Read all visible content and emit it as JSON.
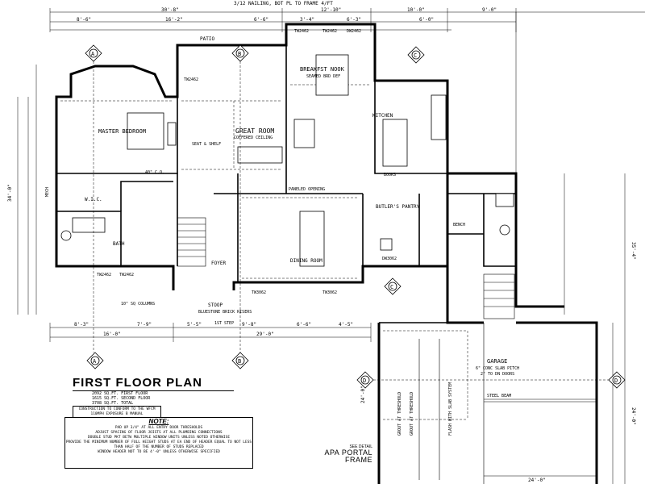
{
  "header_note": "3/12 NAILING, BOT PL TO FRAME 4/FT",
  "grid_markers": [
    "A",
    "B",
    "C",
    "D"
  ],
  "top_dims": {
    "outer_left": "30'-8\"",
    "outer_mid": "12'-10\"",
    "outer_right": "10'-0\"",
    "outer_far": "9'-0\"",
    "row2": [
      "8'-6\"",
      "16'-2\"",
      "6'-6\"",
      "3'-4\"",
      "6'-3\"",
      "6'-0\""
    ]
  },
  "bottom_dims": {
    "row1": [
      "8'-3\"",
      "7'-9\"",
      "5'-5\"",
      "9'-8\"",
      "6'-6\"",
      "4'-5\""
    ],
    "row2": [
      "16'-0\"",
      "29'-0\""
    ]
  },
  "side_dims": {
    "left_total": "34'-0\"",
    "right_a": "35'-4\"",
    "right_b": "24'-0\"",
    "garage_depth": "24'-0\"",
    "garage_width": "24'-0\""
  },
  "rooms": {
    "patio": "PATIO",
    "breakfast": "BREAKFST NOOK",
    "breakfast_sub": "SEAMED BRD DEF",
    "master": "MASTER BEDROOM",
    "great": "GREAT ROOM",
    "great_sub": "COFFERED CEILING",
    "kitchen": "KITCHEN",
    "books": "BOOKS",
    "wic": "W.I.C.",
    "bath": "BATH",
    "butlers": "BUTLER'S PANTRY",
    "dining": "DINING ROOM",
    "foyer": "FOYER",
    "stoop": "STOOP",
    "stoop_sub": "BLUESTONE BRICK RISERS",
    "step": "1ST STEP",
    "columns": "10\" SQ COLUMNS",
    "garage": "GARAGE",
    "garage_sub1": "6\" CONC SLAB PITCH",
    "garage_sub2": "2\" TO DN DOORS",
    "steel_beam": "STEEL BEAM",
    "bench": "BENCH",
    "paneled": "PANELED OPENING",
    "co40": "40\" C.O.",
    "seat": "SEAT & SHELF",
    "mech": "MECH"
  },
  "headers": [
    "TW2462",
    "TW2462",
    "DW2462",
    "TW2462",
    "TW2462",
    "TW3062",
    "TW3062",
    "DW3062",
    "TW2462"
  ],
  "threshold_notes": [
    "GROUT AT THRESHOLD",
    "GROUT AT THRESHOLD",
    "FLASH WITH SLAB SYSTEM"
  ],
  "title": {
    "main": "FIRST FLOOR PLAN",
    "areas": [
      "2092 SQ.FT. FIRST FLOOR",
      "1615 SQ.FT. SECOND FLOOR",
      "3708 SQ.FT. TOTAL"
    ]
  },
  "conform_note": "CONSTRUCTION TO CONFORM TO THE WFCM 110MPH EXPOSURE B MANUAL",
  "notes": {
    "title": "NOTE:",
    "lines": [
      "PAD UP 3/4\" AT ALL ENTRY DOOR THRESHOLDS",
      "ADJUST SPACING OF FLOOR JOISTS AT ALL PLUMBING CONNECTIONS",
      "DOUBLE STUD PKT BETW MULTIPLE WINDOW UNITS UNLESS NOTED OTHERWISE",
      "PROVIDE THE MINIMUM NUMBER OF FULL HEIGHT STUDS AT EA END OF HEADER EQUAL TO NOT LESS THAN HALF OF THE NUMBER OF STUDS REPLACED",
      "WINDOW HEADER NOT TO BE 4'-0\" UNLESS OTHERWISE SPECIFIED"
    ]
  },
  "apa": {
    "see": "SEE DETAIL",
    "title": "APA PORTAL FRAME"
  }
}
